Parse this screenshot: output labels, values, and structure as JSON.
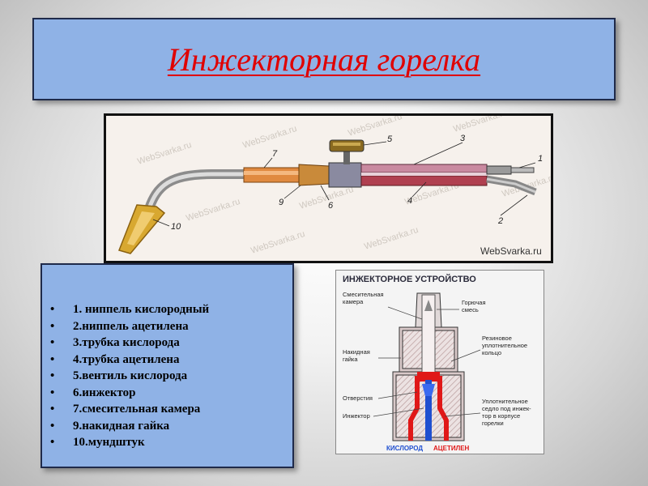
{
  "title": "Инжекторная горелка",
  "torch_diagram": {
    "watermark": "WebSvarka.ru",
    "callouts": [
      "1",
      "2",
      "3",
      "4",
      "5",
      "6",
      "7",
      "9",
      "10"
    ]
  },
  "legend": {
    "bullet": "•",
    "items": [
      "1. ниппель кислородный",
      "2.ниппель ацетилена",
      "3.трубка кислорода",
      "4.трубка ацетилена",
      "5.вентиль кислорода",
      "6.инжектор",
      "7.смесительная камера",
      "9.накидная гайка",
      "10.мундштук"
    ]
  },
  "injector_diagram": {
    "title": "ИНЖЕКТОРНОЕ УСТРОЙСТВО",
    "labels": {
      "mixing_chamber": [
        "Смесительная",
        "камера"
      ],
      "combustible_mix": [
        "Горючая",
        "смесь"
      ],
      "cap_nut": [
        "Накидная",
        "гайка"
      ],
      "rubber_ring": [
        "Резиновое",
        "уплотнительное",
        "кольцо"
      ],
      "holes": "Отверстия",
      "injector": "Инжектор",
      "seal_seat": [
        "Уплотнительное",
        "седло под инжек-",
        "тор в корпусе",
        "горелки"
      ],
      "oxygen": "КИСЛОРОД",
      "acetylene": "АЦЕТИЛЕН"
    },
    "colors": {
      "oxygen": "#1f4fd0",
      "acetylene": "#e01818"
    }
  }
}
